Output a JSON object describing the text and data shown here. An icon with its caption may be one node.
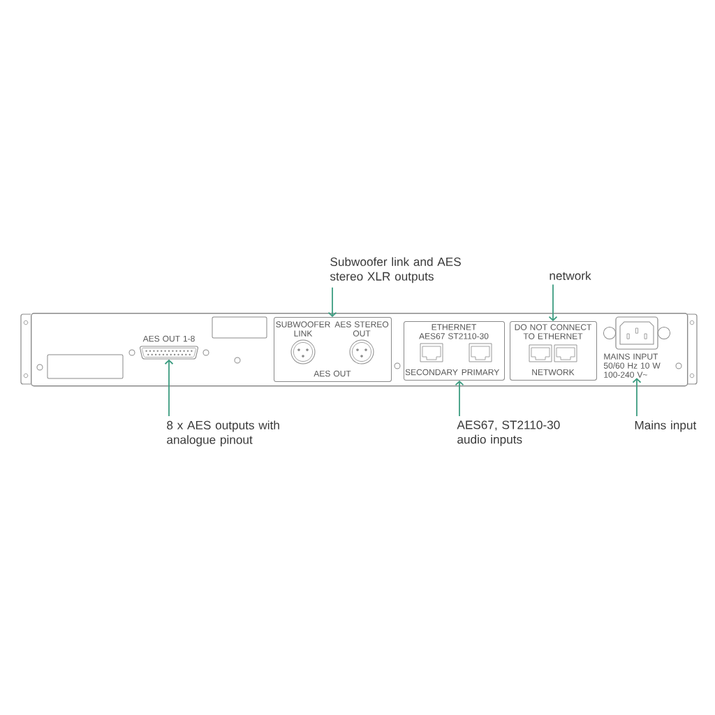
{
  "diagram": {
    "nodes": [
      {
        "text": [
          "Subwoofer link and AES stereo XLR outputs"
        ]
      },
      {
        "text": [
          "network"
        ]
      },
      {
        "text": [],
        "shape": "box"
      },
      {
        "text": [
          "AES OUT 1-8"
        ],
        "in": 2
      },
      {
        "text": [
          "SUBWOOFER LINK",
          "AES STEREO OUT",
          "AES OUT"
        ],
        "in": 2
      },
      {
        "text": [
          "ETHERNET AES67 ST2110-30",
          "SECONDARY",
          "PRIMARY"
        ],
        "in": 2
      },
      {
        "text": [
          "DO NOT CONNECT TO ETHERNET",
          "NETWORK"
        ],
        "in": 2
      },
      {
        "text": [
          "MAINS INPUT 50/60 Hz 10 W 100-240 V~"
        ],
        "in": 2
      },
      {
        "text": [
          "8 x AES outputs with analogue pinout"
        ]
      },
      {
        "text": [
          "AES67, ST2110-30 audio inputs"
        ]
      },
      {
        "text": [
          "Mains input"
        ]
      }
    ],
    "edges": [
      {
        "from": 0,
        "to": 4,
        "arrow": "to"
      },
      {
        "from": 1,
        "to": 6,
        "arrow": "to"
      },
      {
        "from": 8,
        "to": 3,
        "arrow": "to"
      },
      {
        "from": 9,
        "to": 5,
        "arrow": "to"
      },
      {
        "from": 10,
        "to": 7,
        "arrow": "to"
      }
    ]
  }
}
